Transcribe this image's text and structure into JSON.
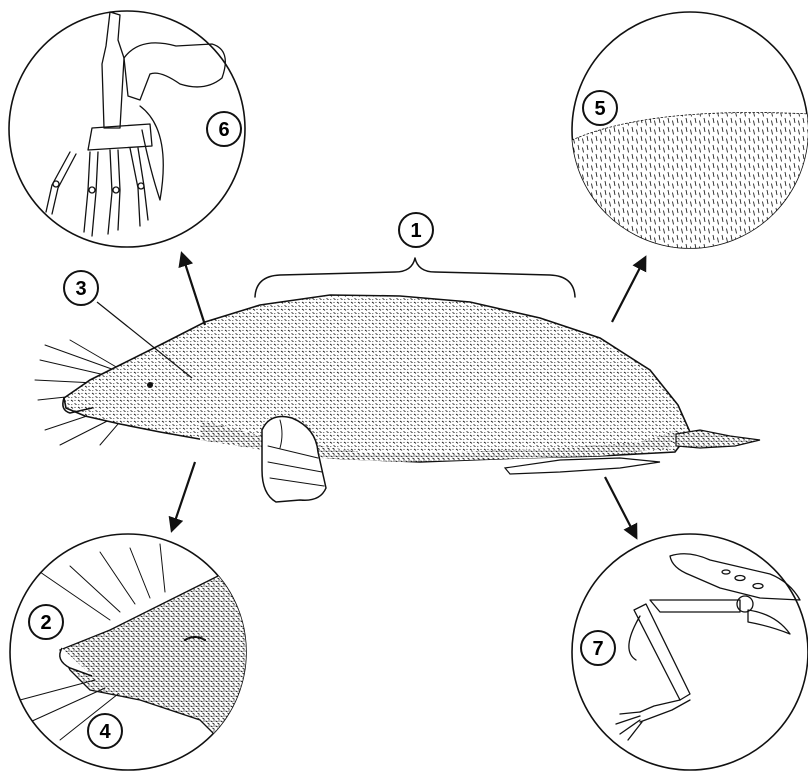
{
  "labels": {
    "l1": "1",
    "l2": "2",
    "l3": "3",
    "l4": "4",
    "l5": "5",
    "l6": "6",
    "l7": "7"
  },
  "colors": {
    "ink": "#111111",
    "background": "#ffffff"
  },
  "icons": [
    "mole-body",
    "forelimb-skeleton",
    "fur-detail",
    "snout-detail",
    "hindlimb-skeleton"
  ]
}
